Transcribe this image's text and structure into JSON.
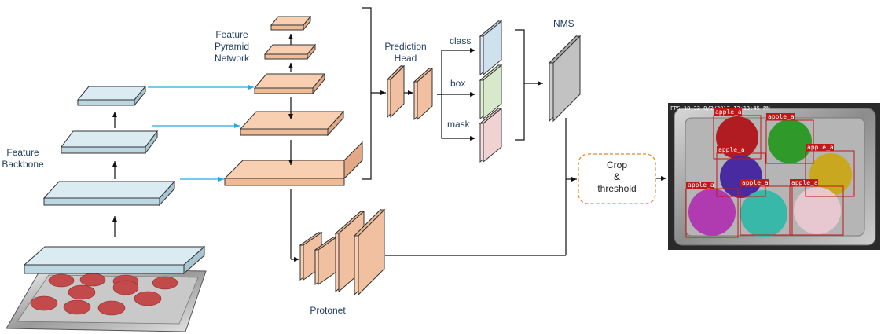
{
  "labels": {
    "feature_pyramid": [
      "Feature",
      "Pyramid",
      "Network"
    ],
    "feature_backbone": [
      "Feature",
      "Backbone"
    ],
    "prediction_head": [
      "Prediction",
      "Head"
    ],
    "class": "class",
    "box": "box",
    "mask": "mask",
    "nms": "NMS",
    "crop": [
      "Crop",
      "&",
      "threshold"
    ],
    "protonet": "Protonet"
  },
  "output_image": {
    "fps_text": "FPS 10.32 8/2/2017 12:13:45 PM",
    "detection_label": "apple_a",
    "detections": [
      {
        "label": "apple_a",
        "color": "#b01c22"
      },
      {
        "label": "apple_a",
        "color": "#2f9a2a"
      },
      {
        "label": "apple_a",
        "color": "#4a2aa0"
      },
      {
        "label": "apple_a",
        "color": "#c9a820"
      },
      {
        "label": "apple_a",
        "color": "#b03ab0"
      },
      {
        "label": "apple_a",
        "color": "#38b8a8"
      },
      {
        "label": "apple_a",
        "color": "#e8c8d0"
      }
    ]
  },
  "colors": {
    "backbone_fill": "#daecf2",
    "fpn_fill": "#f8cfb0",
    "protonet_fill": "#f8cfb0",
    "class_fill": "#dce9f2",
    "box_fill": "#e2efd7",
    "mask_fill": "#f6dede",
    "nms_fill": "#cfcfcf",
    "link_arrow": "#2aa7df",
    "crop_border": "#e8892d"
  }
}
